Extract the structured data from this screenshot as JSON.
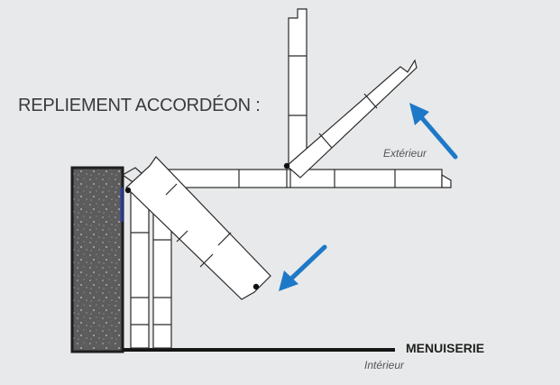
{
  "diagram": {
    "title": "REPLIEMENT ACCORDÉON :",
    "label_exterior": "Extérieur",
    "label_interior": "Intérieur",
    "label_joinery": "MENUISERIE",
    "colors": {
      "background": "#e8e9ea",
      "line": "#2a2a2a",
      "wall_fill": "#5a5a5a",
      "arrow": "#1e78c8",
      "panel_fill": "#ffffff"
    },
    "icons": [
      "arrow-out-icon",
      "arrow-in-icon",
      "hinge-pivot-icon"
    ]
  }
}
